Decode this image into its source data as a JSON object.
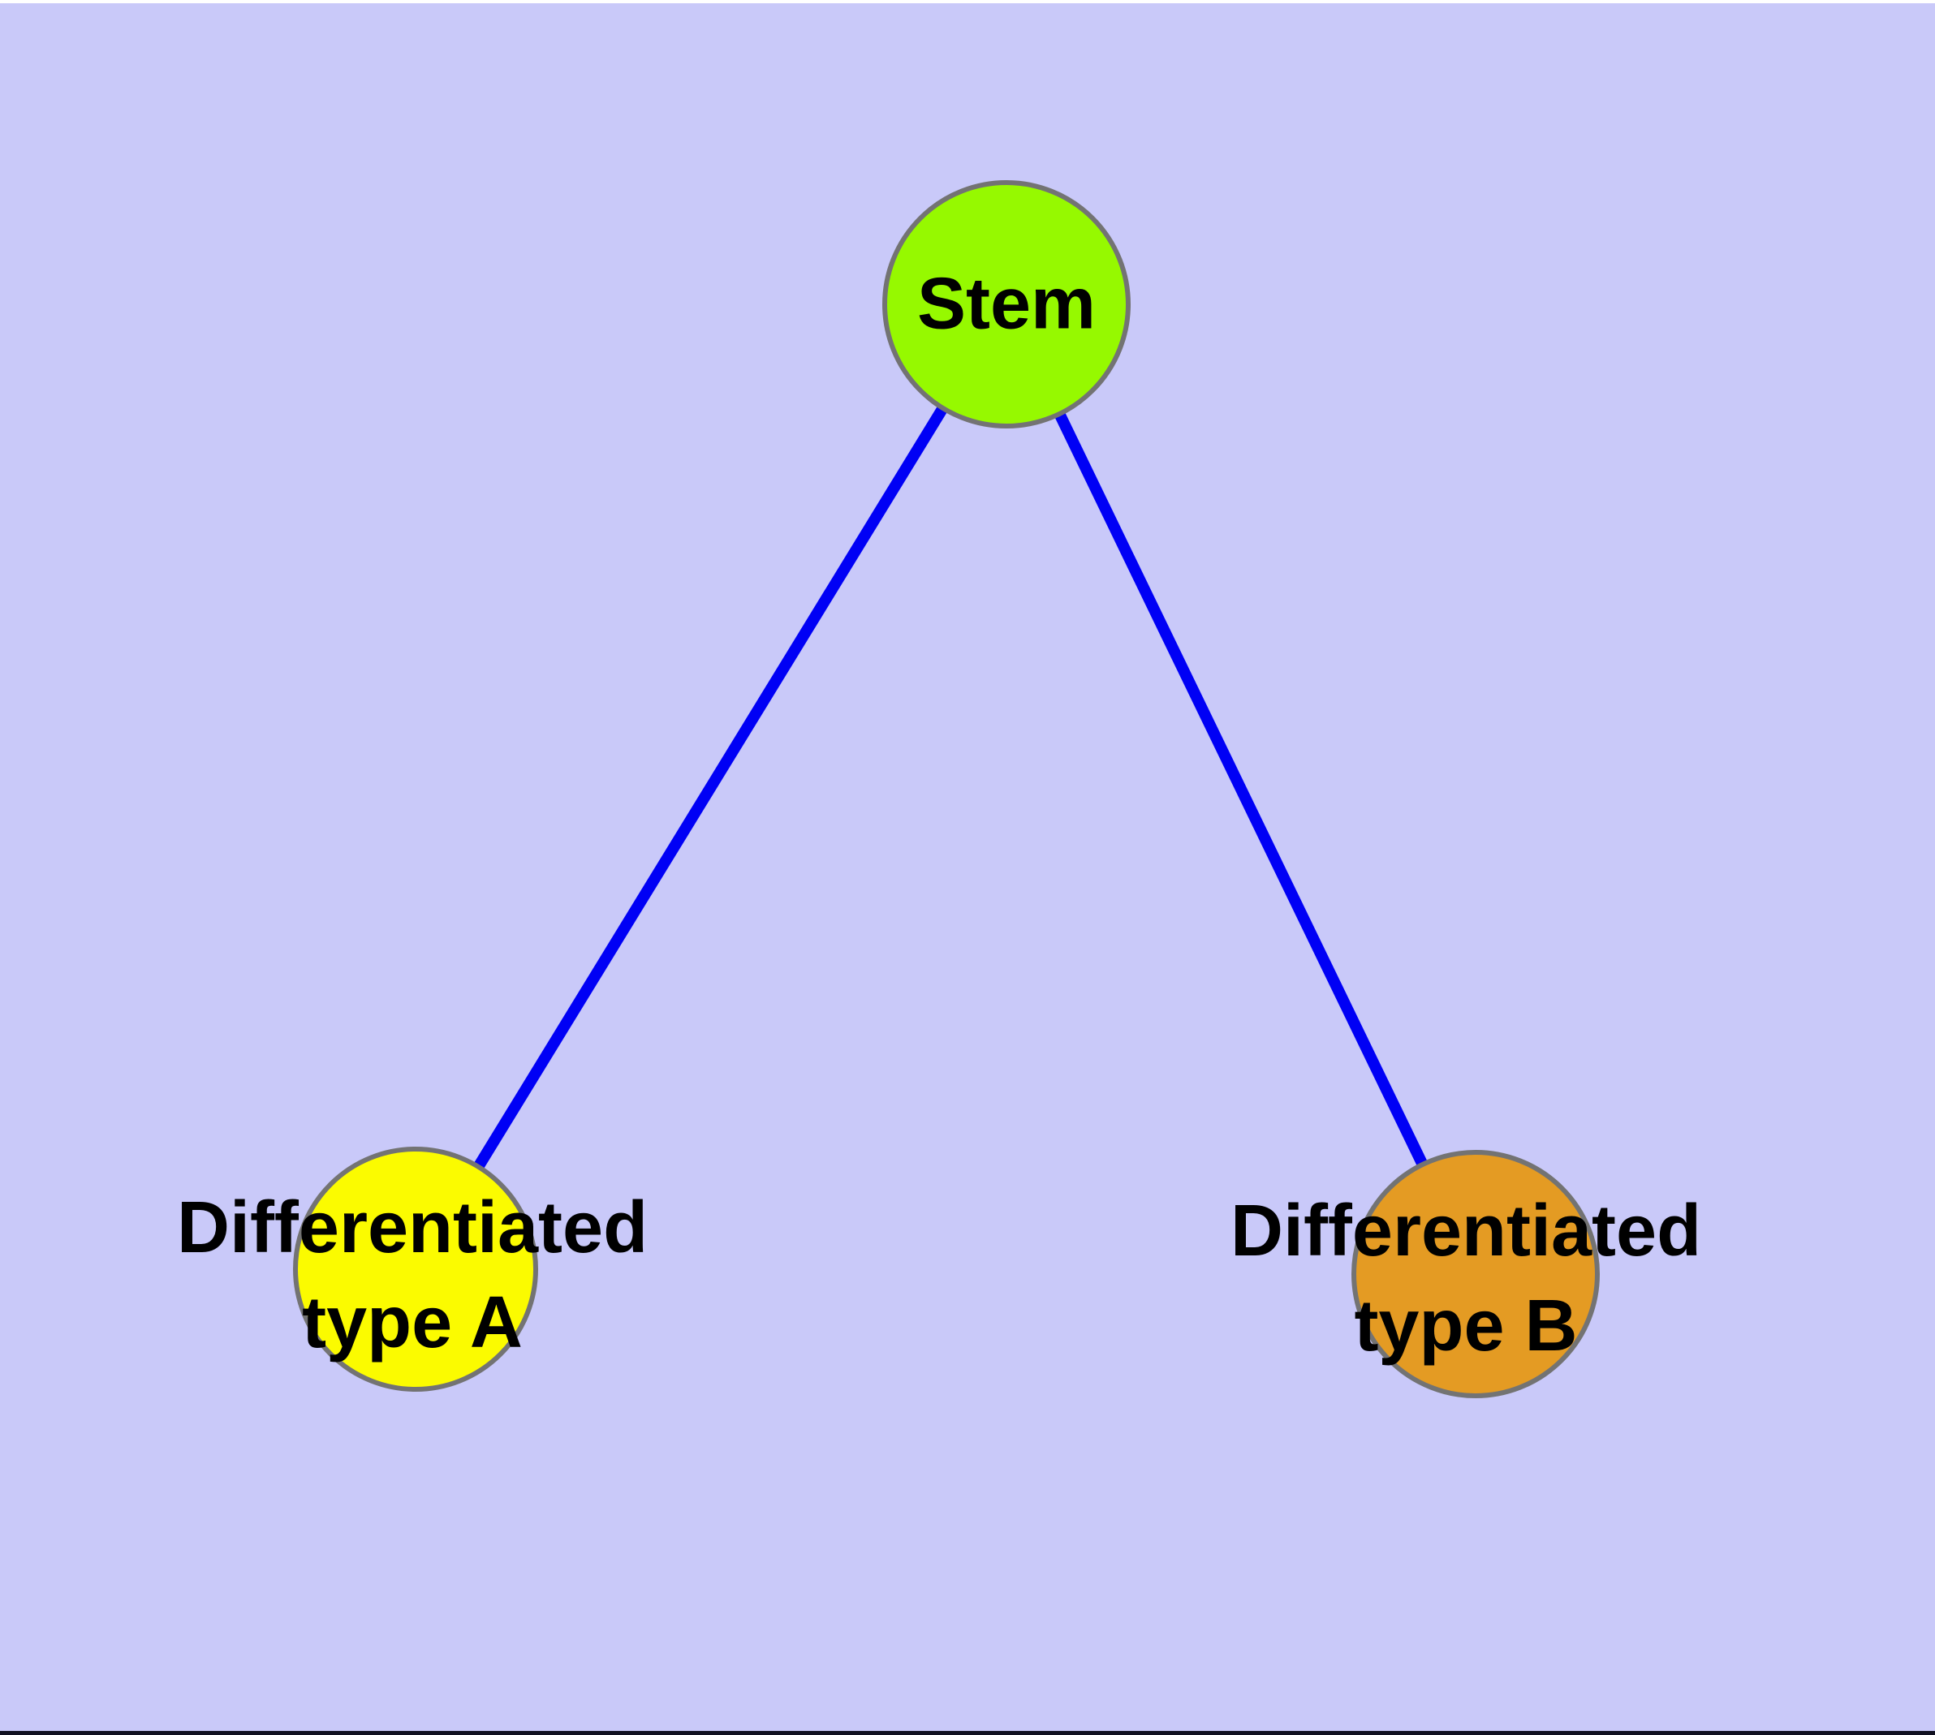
{
  "diagram": {
    "background_color": "#C9C9F9",
    "edge_color": "#0000F5",
    "node_border_color": "#737373",
    "label_color": "#000000",
    "frame_top_edge_color": "#FFFFFF",
    "frame_bottom_edge_color": "#101020",
    "nodes": [
      {
        "id": "stem",
        "label": "Stem",
        "color": "#96F900"
      },
      {
        "id": "differentiated-type-a",
        "label": "Differentiated\ntype A",
        "color": "#FBFB00"
      },
      {
        "id": "differentiated-type-b",
        "label": "Differentiated\ntype B",
        "color": "#E49B23"
      }
    ],
    "edges": [
      {
        "from": "Stem",
        "to": "Differentiated type A"
      },
      {
        "from": "Stem",
        "to": "Differentiated type B"
      }
    ]
  }
}
